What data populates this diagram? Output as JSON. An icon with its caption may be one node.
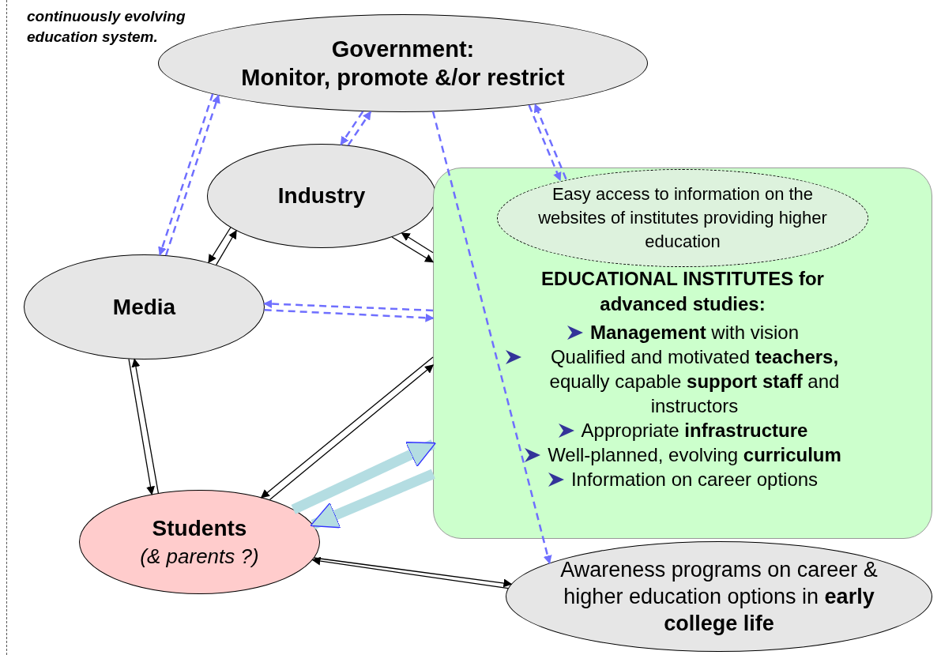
{
  "diagram": {
    "nodes": [
      {
        "text": [
          "Government:",
          "Monitor, promote &/or restrict"
        ]
      },
      {
        "text": [
          "Industry"
        ]
      },
      {
        "text": [
          "EDUCATIONAL INSTITUTES for advanced studies:",
          "**Management** with vision",
          "Qualified and motivated **teachers,** equally capable **support staff** and instructors",
          "Appropriate **infrastructure**",
          "Well-planned, evolving **curriculum**",
          "Information on career options"
        ]
      },
      {
        "text": [
          "Easy access to information on the websites of institutes providing higher education"
        ],
        "in": 2
      },
      {
        "text": [
          "Media"
        ]
      },
      {
        "text": [
          "Students",
          "(& parents ?)"
        ]
      },
      {
        "text": [
          "Awareness programs on career & higher education options in **early college life**"
        ]
      }
    ],
    "edges": [
      {
        "from": 4,
        "to": 0,
        "arrow": "to",
        "style": "dashed",
        "color": "#6f6fff"
      },
      {
        "from": 0,
        "to": 4,
        "arrow": "to",
        "style": "dashed",
        "color": "#6f6fff"
      },
      {
        "from": 1,
        "to": 0,
        "arrow": "to",
        "style": "dashed",
        "color": "#6f6fff"
      },
      {
        "from": 0,
        "to": 1,
        "arrow": "to",
        "style": "dashed",
        "color": "#6f6fff"
      },
      {
        "from": 3,
        "to": 0,
        "arrow": "to",
        "style": "dashed",
        "color": "#6f6fff"
      },
      {
        "from": 0,
        "to": 3,
        "arrow": "to",
        "style": "dashed",
        "color": "#6f6fff"
      },
      {
        "from": 0,
        "to": 6,
        "arrow": "to",
        "style": "dashed",
        "color": "#6f6fff"
      },
      {
        "from": 4,
        "to": 1,
        "arrow": "to"
      },
      {
        "from": 1,
        "to": 4,
        "arrow": "to"
      },
      {
        "from": 2,
        "to": 1,
        "arrow": "to"
      },
      {
        "from": 1,
        "to": 2,
        "arrow": "to"
      },
      {
        "from": 2,
        "to": 4,
        "arrow": "to",
        "style": "dashed",
        "color": "#6f6fff"
      },
      {
        "from": 4,
        "to": 2,
        "arrow": "to",
        "style": "dashed",
        "color": "#6f6fff"
      },
      {
        "from": 5,
        "to": 4,
        "arrow": "to"
      },
      {
        "from": 4,
        "to": 5,
        "arrow": "to"
      },
      {
        "from": 5,
        "to": 2,
        "arrow": "to"
      },
      {
        "from": 2,
        "to": 5,
        "arrow": "to"
      },
      {
        "from": 5,
        "to": 2,
        "arrow": "to",
        "style": "thick",
        "color": "#b4dde2"
      },
      {
        "from": 2,
        "to": 5,
        "arrow": "to",
        "style": "thick",
        "color": "#b4dde2"
      },
      {
        "from": 6,
        "to": 5,
        "arrow": "to"
      },
      {
        "from": 5,
        "to": 6,
        "arrow": "to"
      }
    ],
    "labels": [
      "continuously evolving education system."
    ]
  }
}
